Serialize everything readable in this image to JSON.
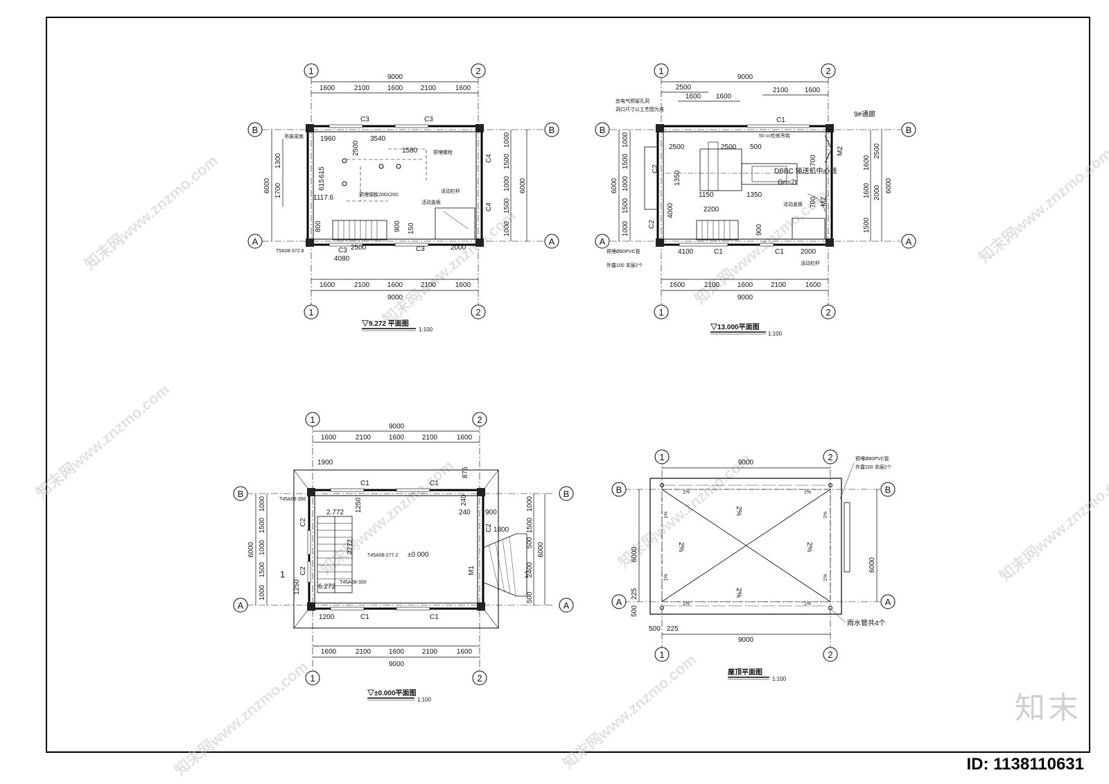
{
  "plans": {
    "p9272": {
      "title": "▽9.272 平面图",
      "scale": "1:100",
      "axes_h": [
        "1",
        "2"
      ],
      "axes_v": [
        "B",
        "A"
      ],
      "dims_top": [
        "1600",
        "2100",
        "1600",
        "2100",
        "1600"
      ],
      "dims_total": "9000",
      "dims_left": [
        "1300",
        "1700"
      ],
      "dims_left_total": "6000",
      "dims_right": [
        "1000",
        "1500",
        "1000",
        "1500",
        "1000"
      ],
      "dims_right_total": "6000",
      "windows": [
        "C3",
        "C3",
        "C3",
        "C3",
        "C4",
        "C4"
      ],
      "inner_dims": [
        "1960",
        "3540",
        "2500",
        "1580",
        "615",
        "615",
        "1117.6",
        "800",
        "900",
        "150",
        "2500",
        "4080",
        "2000"
      ],
      "notes": [
        "预埋钢板200X200",
        "预埋螺栓",
        "活动盖板",
        "活动栏杆",
        "吊装梁底",
        "T5A08-372.8"
      ]
    },
    "p13000": {
      "title": "▽13.000平面图",
      "scale": "1:100",
      "axes_h": [
        "1",
        "2"
      ],
      "axes_v": [
        "B",
        "A"
      ],
      "dims_top1": "2500",
      "dims_top2": [
        "1600",
        "1600"
      ],
      "dims_top3": [
        "2100",
        "1600"
      ],
      "dims_bottom": [
        "1600",
        "2100",
        "1600",
        "2100",
        "1600"
      ],
      "dims_total": "9000",
      "dims_left": [
        "1000",
        "1500",
        "1000",
        "1500",
        "1000"
      ],
      "dims_left_total": "6000",
      "dims_right": [
        "1600",
        "2500",
        "1600",
        "2000",
        "1500"
      ],
      "dims_right_total": "6000",
      "windows": [
        "C1",
        "C2",
        "C2",
        "C1",
        "C1",
        "M2",
        "M2"
      ],
      "inner_dims": [
        "2500",
        "2500",
        "500",
        "1350",
        "1150",
        "1350",
        "4000",
        "2200",
        "900",
        "700",
        "700",
        "4100",
        "2000"
      ],
      "notes": [
        "50 cc检修吊钩",
        "DBBC 输送机中心线",
        "Gn=2t",
        "9#通廊",
        "活动盖板",
        "活动栏杆",
        "预埋Ø80PVC管",
        "外露100 本层2个",
        "由电气预留孔洞",
        "洞口尺寸以工艺图为准"
      ]
    },
    "p0000": {
      "title": "▽±0.000平面图",
      "scale": "1:100",
      "axes_h": [
        "1",
        "2"
      ],
      "axes_v": [
        "B",
        "A"
      ],
      "dims_top": [
        "1600",
        "2100",
        "1600",
        "2100",
        "1600"
      ],
      "dims_total": "9000",
      "dims_left": [
        "1000",
        "1500",
        "1000",
        "1500",
        "1000"
      ],
      "dims_left_total": "6000",
      "dims_right": [
        "1000",
        "1500",
        "500",
        "2400",
        "500"
      ],
      "dims_right_total": "6000",
      "windows": [
        "C1",
        "C1",
        "C1",
        "C1",
        "C2",
        "C2",
        "M1",
        "C2"
      ],
      "inner_dims": [
        "1900",
        "1250",
        "2772",
        "875",
        "240",
        "240",
        "900",
        "1800",
        "1250",
        "1200"
      ],
      "levels": [
        "2.772",
        "±0.000",
        "6.272"
      ],
      "notes": [
        "T45A08-350",
        "T45A08-277.2",
        "T45A08-300"
      ],
      "section_mark": "1"
    },
    "roof": {
      "title": "屋顶平面图",
      "scale": "1:100",
      "axes_h": [
        "1",
        "2"
      ],
      "axes_v": [
        "B",
        "A"
      ],
      "dims_total": "9000",
      "dims_left_total": "6000",
      "dims_right_total": "6000",
      "dims_bottom_small": [
        "500",
        "225"
      ],
      "dims_left_small": [
        "225",
        "500"
      ],
      "slopes": [
        "1%",
        "1%",
        "1%",
        "1%",
        "1%",
        "1%",
        "1%",
        "1%",
        "2%",
        "2%",
        "2%",
        "2%"
      ],
      "notes": [
        "预埋Ø80PVC管",
        "外露100 本层2个",
        "雨水管共4个"
      ]
    }
  },
  "brand_mark": "知末",
  "image_id": "ID: 1138110631",
  "watermark": "知末网www.znzmo.com"
}
